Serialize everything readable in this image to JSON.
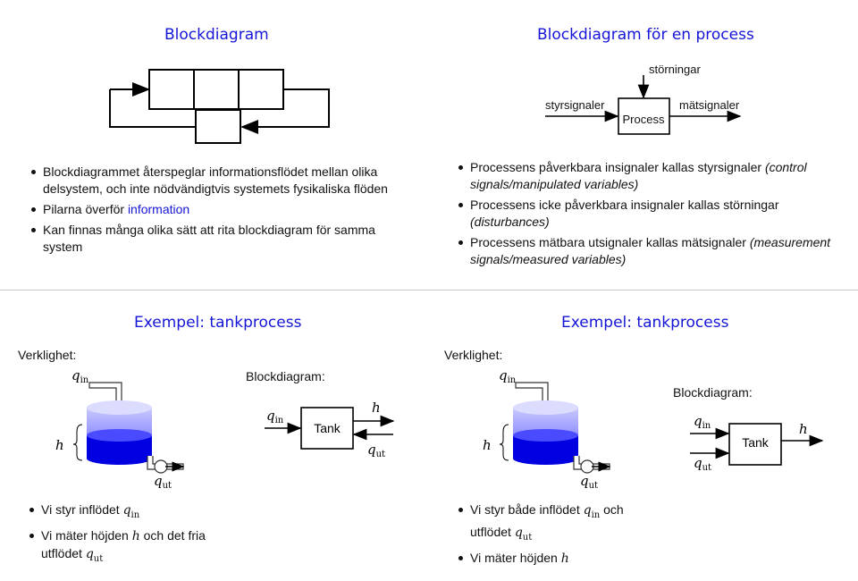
{
  "slide1": {
    "title": "Blockdiagram",
    "bullets": [
      {
        "text": "Blockdiagrammet återspeglar informationsflödet mellan olika delsystem, och inte nödvändigtvis systemets fysikaliska flöden"
      },
      {
        "pre": "Pilarna överför ",
        "kw": "information"
      },
      {
        "text": "Kan finnas många olika sätt att rita blockdiagram för samma system"
      }
    ]
  },
  "slide2": {
    "title": "Blockdiagram för en process",
    "disturbance_label": "störningar",
    "input_label": "styrsignaler",
    "block_label": "Process",
    "output_label": "mätsignaler",
    "bullets": [
      {
        "text": "Processens påverkbara insignaler kallas styrsignaler ",
        "italic": "(control signals/manipulated variables)"
      },
      {
        "text": "Processens icke påverkbara insignaler kallas störningar ",
        "italic": "(disturbances)"
      },
      {
        "text": "Processens mätbara utsignaler kallas mätsignaler ",
        "italic": "(measurement signals/measured variables)"
      }
    ]
  },
  "slide3": {
    "title": "Exempel: tankprocess",
    "reality_label": "Verklighet:",
    "blockdiagram_label": "Blockdiagram:",
    "block_label": "Tank",
    "qin": {
      "sym": "q",
      "sub": "in"
    },
    "qut": {
      "sym": "q",
      "sub": "ut"
    },
    "h": "h",
    "bullet1": {
      "text": "Vi styr inflödet "
    },
    "bullet2": {
      "text": "Vi mäter höjden ",
      "mid": " och det fria utflödet "
    }
  },
  "slide4": {
    "title": "Exempel: tankprocess",
    "reality_label": "Verklighet:",
    "blockdiagram_label": "Blockdiagram:",
    "block_label": "Tank",
    "qin": {
      "sym": "q",
      "sub": "in"
    },
    "qut": {
      "sym": "q",
      "sub": "ut"
    },
    "h": "h",
    "bullet1": {
      "text": "Vi styr både inflödet ",
      "mid": " och utflödet "
    },
    "bullet2": {
      "text": "Vi mäter höjden "
    }
  },
  "colors": {
    "title": "#1515d8",
    "water_dark": "#0000e0",
    "water_light": "#a8a8ff",
    "tank_body": "#8d8dff"
  }
}
